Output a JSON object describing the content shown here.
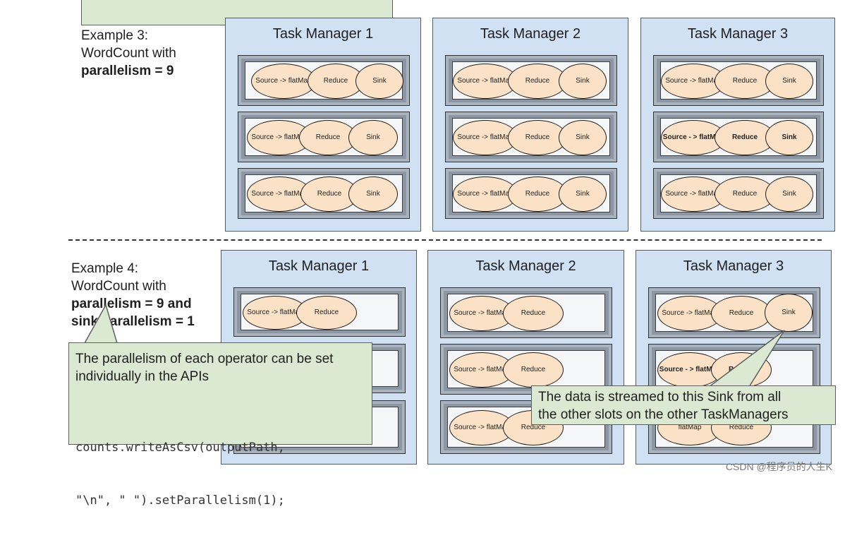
{
  "example3": {
    "line1": "Example 3:",
    "line2": "WordCount with",
    "line3": "parallelism = 9",
    "task_managers": [
      {
        "title": "Task Manager 1",
        "slots": [
          {
            "ops": [
              "Source -> flatMap",
              "Reduce",
              "Sink"
            ],
            "bold": false
          },
          {
            "ops": [
              "Source -> flatMap",
              "Reduce",
              "Sink"
            ],
            "bold": false
          },
          {
            "ops": [
              "Source -> flatMap",
              "Reduce",
              "Sink"
            ],
            "bold": false
          }
        ]
      },
      {
        "title": "Task Manager 2",
        "slots": [
          {
            "ops": [
              "Source -> flatMap",
              "Reduce",
              "Sink"
            ],
            "bold": false
          },
          {
            "ops": [
              "Source -> flatMap",
              "Reduce",
              "Sink"
            ],
            "bold": false
          },
          {
            "ops": [
              "Source -> flatMap",
              "Reduce",
              "Sink"
            ],
            "bold": false
          }
        ]
      },
      {
        "title": "Task Manager 3",
        "slots": [
          {
            "ops": [
              "Source -> flatMap",
              "Reduce",
              "Sink"
            ],
            "bold": false
          },
          {
            "ops": [
              "Source - > flatMap",
              "Reduce",
              "Sink"
            ],
            "bold": true
          },
          {
            "ops": [
              "Source -> flatMap",
              "Reduce",
              "Sink"
            ],
            "bold": false
          }
        ]
      }
    ]
  },
  "example4": {
    "line1": "Example 4:",
    "line2": "WordCount with",
    "line3": "parallelism = 9 and",
    "line4": "sink parallelism = 1",
    "task_managers": [
      {
        "title": "Task Manager 1",
        "slots": [
          {
            "ops": [
              "Source -> flatMap",
              "Reduce"
            ],
            "bold": false
          }
        ]
      },
      {
        "title": "Task Manager 2",
        "slots": [
          {
            "ops": [
              "Source -> flatMap",
              "Reduce"
            ],
            "bold": false
          },
          {
            "ops": [
              "Source -> flatMap",
              "Reduce"
            ],
            "bold": false
          },
          {
            "ops": [
              "Source -> flatMap",
              "Reduce"
            ],
            "bold": false
          }
        ]
      },
      {
        "title": "Task Manager 3",
        "slots": [
          {
            "ops": [
              "Source -> flatMap",
              "Reduce",
              "Sink"
            ],
            "bold": false
          },
          {
            "ops": [
              "Source - > flatMap",
              "Reduce"
            ],
            "bold": true
          },
          {
            "ops": [
              "flatMap",
              "Reduce"
            ],
            "bold": false
          }
        ]
      }
    ]
  },
  "callout_api": {
    "line1": "The parallelism of each operator can be set",
    "line2": "individually in the APIs",
    "code1": "counts.writeAsCsv(outputPath,",
    "code2": "\"\\n\", \" \").setParallelism(1);"
  },
  "callout_sink": {
    "line1": "The data is streamed to this Sink from all",
    "line2": "the other slots on the other TaskManagers"
  },
  "watermark": "CSDN @程序员的人生K",
  "colors": {
    "task_manager_bg": "#cfe1f3",
    "operator_fill": "#fbe2c7",
    "callout_bg": "#dbe9d2",
    "slot_frame": "#8c97a3"
  }
}
